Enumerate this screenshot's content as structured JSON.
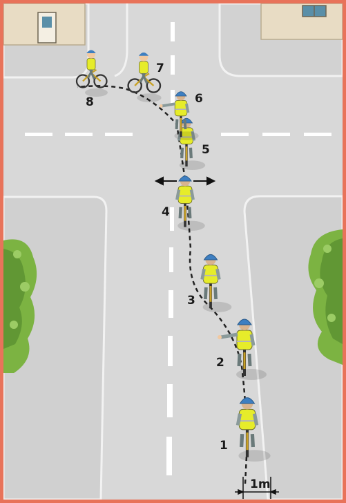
{
  "scene": {
    "colors": {
      "border": "#e8735a",
      "road": "#d6d6d6",
      "sidewalk": "#c9c9c9",
      "curb": "#efefef",
      "lane_marking": "#ffffff",
      "building": "#e8dcc4",
      "door": "#5a8fa8",
      "hedge": "#7cb342",
      "hedge_dark": "#558b2f",
      "vest": "#e6ec2a",
      "helmet": "#3e7fc1",
      "shirt": "#8a9a9a",
      "bike": "#c9a227",
      "path": "#222222"
    }
  },
  "positions": [
    {
      "label": "1"
    },
    {
      "label": "2"
    },
    {
      "label": "3"
    },
    {
      "label": "4"
    },
    {
      "label": "5"
    },
    {
      "label": "6"
    },
    {
      "label": "7"
    },
    {
      "label": "8"
    }
  ],
  "distance": {
    "label": "1m"
  }
}
